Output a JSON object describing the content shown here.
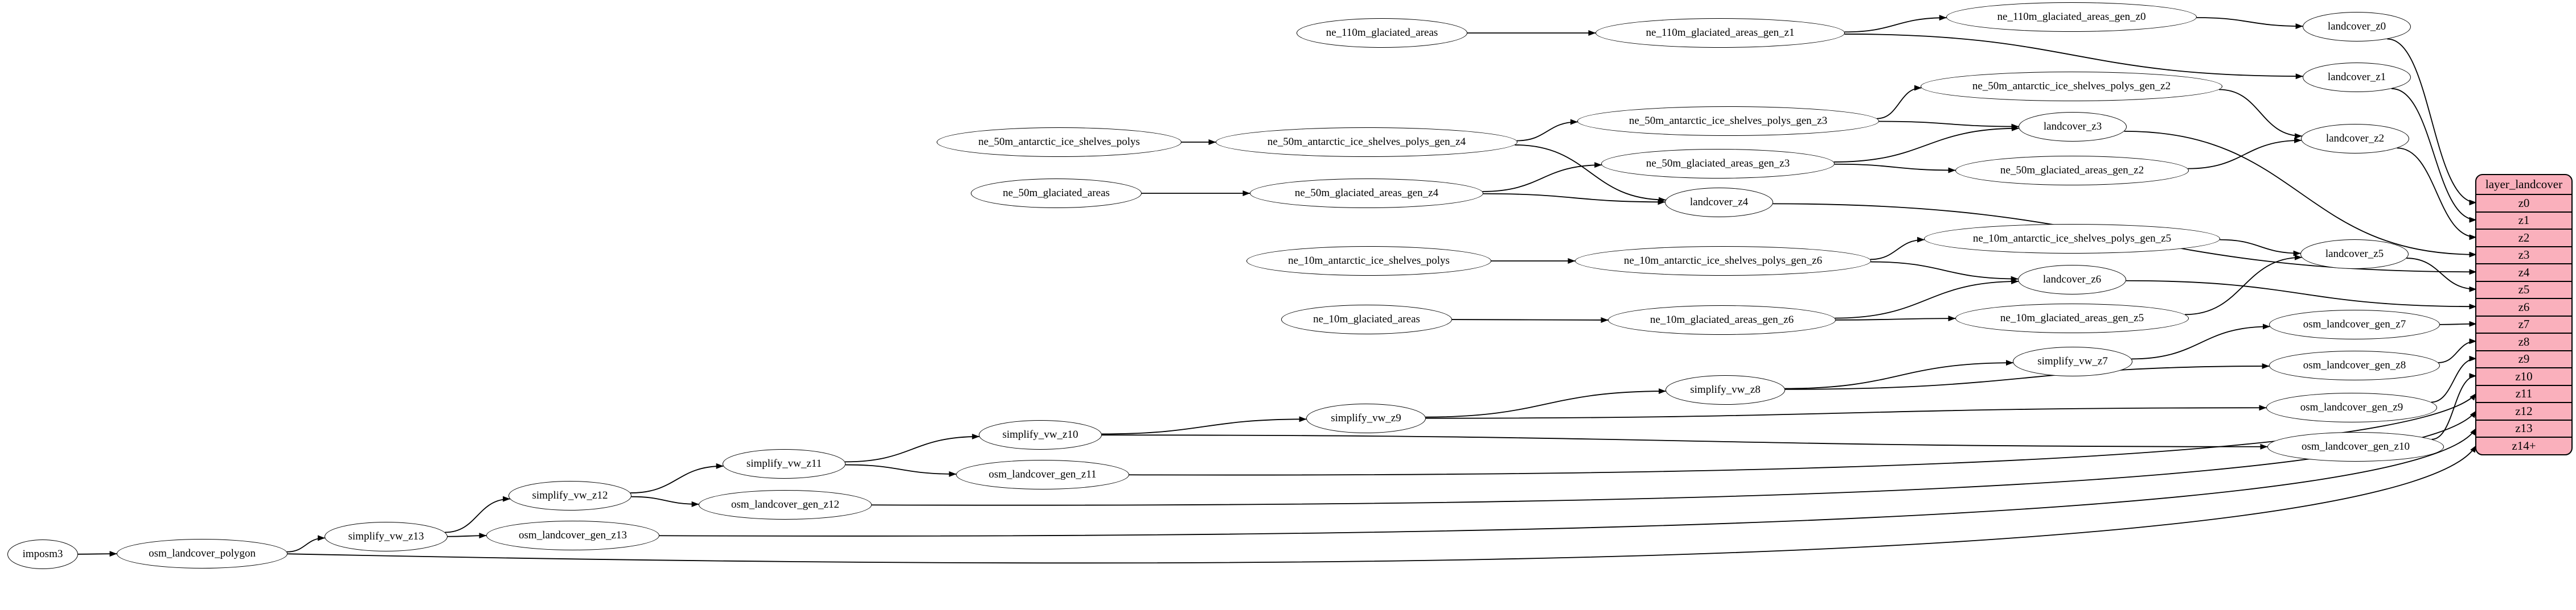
{
  "diagram": {
    "background_color": "#ffffff",
    "node_fill": "#ffffff",
    "node_stroke": "#000000",
    "edge_color": "#000000",
    "table_fill": "#fab0bc",
    "table_stroke": "#000000",
    "text_color": "#000000"
  },
  "nodes": [
    {
      "id": "imposm3",
      "label": "imposm3"
    },
    {
      "id": "osm_landcover_polygon",
      "label": "osm_landcover_polygon"
    },
    {
      "id": "simplify_vw_z13",
      "label": "simplify_vw_z13"
    },
    {
      "id": "osm_landcover_gen_z13",
      "label": "osm_landcover_gen_z13"
    },
    {
      "id": "simplify_vw_z12",
      "label": "simplify_vw_z12"
    },
    {
      "id": "osm_landcover_gen_z12",
      "label": "osm_landcover_gen_z12"
    },
    {
      "id": "simplify_vw_z11",
      "label": "simplify_vw_z11"
    },
    {
      "id": "osm_landcover_gen_z11",
      "label": "osm_landcover_gen_z11"
    },
    {
      "id": "simplify_vw_z10",
      "label": "simplify_vw_z10"
    },
    {
      "id": "osm_landcover_gen_z10",
      "label": "osm_landcover_gen_z10"
    },
    {
      "id": "simplify_vw_z9",
      "label": "simplify_vw_z9"
    },
    {
      "id": "osm_landcover_gen_z9",
      "label": "osm_landcover_gen_z9"
    },
    {
      "id": "simplify_vw_z8",
      "label": "simplify_vw_z8"
    },
    {
      "id": "osm_landcover_gen_z8",
      "label": "osm_landcover_gen_z8"
    },
    {
      "id": "simplify_vw_z7",
      "label": "simplify_vw_z7"
    },
    {
      "id": "osm_landcover_gen_z7",
      "label": "osm_landcover_gen_z7"
    },
    {
      "id": "ne_110m_glaciated_areas",
      "label": "ne_110m_glaciated_areas"
    },
    {
      "id": "ne_110m_glaciated_areas_gen_z1",
      "label": "ne_110m_glaciated_areas_gen_z1"
    },
    {
      "id": "ne_110m_glaciated_areas_gen_z0",
      "label": "ne_110m_glaciated_areas_gen_z0"
    },
    {
      "id": "landcover_z0",
      "label": "landcover_z0"
    },
    {
      "id": "landcover_z1",
      "label": "landcover_z1"
    },
    {
      "id": "ne_50m_antarctic_ice_shelves_polys",
      "label": "ne_50m_antarctic_ice_shelves_polys"
    },
    {
      "id": "ne_50m_antarctic_ice_shelves_polys_gen_z4",
      "label": "ne_50m_antarctic_ice_shelves_polys_gen_z4"
    },
    {
      "id": "ne_50m_glaciated_areas",
      "label": "ne_50m_glaciated_areas"
    },
    {
      "id": "ne_50m_glaciated_areas_gen_z4",
      "label": "ne_50m_glaciated_areas_gen_z4"
    },
    {
      "id": "ne_50m_antarctic_ice_shelves_polys_gen_z3",
      "label": "ne_50m_antarctic_ice_shelves_polys_gen_z3"
    },
    {
      "id": "ne_50m_antarctic_ice_shelves_polys_gen_z2",
      "label": "ne_50m_antarctic_ice_shelves_polys_gen_z2"
    },
    {
      "id": "ne_50m_glaciated_areas_gen_z3",
      "label": "ne_50m_glaciated_areas_gen_z3"
    },
    {
      "id": "ne_50m_glaciated_areas_gen_z2",
      "label": "ne_50m_glaciated_areas_gen_z2"
    },
    {
      "id": "landcover_z3",
      "label": "landcover_z3"
    },
    {
      "id": "landcover_z4",
      "label": "landcover_z4"
    },
    {
      "id": "landcover_z2",
      "label": "landcover_z2"
    },
    {
      "id": "ne_10m_antarctic_ice_shelves_polys",
      "label": "ne_10m_antarctic_ice_shelves_polys"
    },
    {
      "id": "ne_10m_antarctic_ice_shelves_polys_gen_z6",
      "label": "ne_10m_antarctic_ice_shelves_polys_gen_z6"
    },
    {
      "id": "ne_10m_antarctic_ice_shelves_polys_gen_z5",
      "label": "ne_10m_antarctic_ice_shelves_polys_gen_z5"
    },
    {
      "id": "ne_10m_glaciated_areas",
      "label": "ne_10m_glaciated_areas"
    },
    {
      "id": "ne_10m_glaciated_areas_gen_z6",
      "label": "ne_10m_glaciated_areas_gen_z6"
    },
    {
      "id": "ne_10m_glaciated_areas_gen_z5",
      "label": "ne_10m_glaciated_areas_gen_z5"
    },
    {
      "id": "landcover_z5",
      "label": "landcover_z5"
    },
    {
      "id": "landcover_z6",
      "label": "landcover_z6"
    }
  ],
  "table": {
    "title": "layer_landcover",
    "rows": [
      "z0",
      "z1",
      "z2",
      "z3",
      "z4",
      "z5",
      "z6",
      "z7",
      "z8",
      "z9",
      "z10",
      "z11",
      "z12",
      "z13",
      "z14+"
    ]
  },
  "edges": [
    {
      "from": "ne_110m_glaciated_areas",
      "to": "ne_110m_glaciated_areas_gen_z1"
    },
    {
      "from": "ne_110m_glaciated_areas_gen_z1",
      "to": "ne_110m_glaciated_areas_gen_z0"
    },
    {
      "from": "ne_110m_glaciated_areas_gen_z1",
      "to": "landcover_z1"
    },
    {
      "from": "ne_110m_glaciated_areas_gen_z0",
      "to": "landcover_z0"
    },
    {
      "from": "ne_50m_antarctic_ice_shelves_polys",
      "to": "ne_50m_antarctic_ice_shelves_polys_gen_z4"
    },
    {
      "from": "ne_50m_antarctic_ice_shelves_polys_gen_z4",
      "to": "ne_50m_antarctic_ice_shelves_polys_gen_z3"
    },
    {
      "from": "ne_50m_antarctic_ice_shelves_polys_gen_z4",
      "to": "landcover_z4"
    },
    {
      "from": "ne_50m_antarctic_ice_shelves_polys_gen_z3",
      "to": "ne_50m_antarctic_ice_shelves_polys_gen_z2"
    },
    {
      "from": "ne_50m_antarctic_ice_shelves_polys_gen_z3",
      "to": "landcover_z3"
    },
    {
      "from": "ne_50m_antarctic_ice_shelves_polys_gen_z2",
      "to": "landcover_z2"
    },
    {
      "from": "ne_50m_glaciated_areas",
      "to": "ne_50m_glaciated_areas_gen_z4"
    },
    {
      "from": "ne_50m_glaciated_areas_gen_z4",
      "to": "ne_50m_glaciated_areas_gen_z3"
    },
    {
      "from": "ne_50m_glaciated_areas_gen_z4",
      "to": "landcover_z4"
    },
    {
      "from": "ne_50m_glaciated_areas_gen_z3",
      "to": "ne_50m_glaciated_areas_gen_z2"
    },
    {
      "from": "ne_50m_glaciated_areas_gen_z3",
      "to": "landcover_z3"
    },
    {
      "from": "ne_50m_glaciated_areas_gen_z2",
      "to": "landcover_z2"
    },
    {
      "from": "ne_10m_antarctic_ice_shelves_polys",
      "to": "ne_10m_antarctic_ice_shelves_polys_gen_z6"
    },
    {
      "from": "ne_10m_antarctic_ice_shelves_polys_gen_z6",
      "to": "ne_10m_antarctic_ice_shelves_polys_gen_z5"
    },
    {
      "from": "ne_10m_antarctic_ice_shelves_polys_gen_z6",
      "to": "landcover_z6"
    },
    {
      "from": "ne_10m_antarctic_ice_shelves_polys_gen_z5",
      "to": "landcover_z5"
    },
    {
      "from": "ne_10m_glaciated_areas",
      "to": "ne_10m_glaciated_areas_gen_z6"
    },
    {
      "from": "ne_10m_glaciated_areas_gen_z6",
      "to": "ne_10m_glaciated_areas_gen_z5"
    },
    {
      "from": "ne_10m_glaciated_areas_gen_z6",
      "to": "landcover_z6"
    },
    {
      "from": "ne_10m_glaciated_areas_gen_z5",
      "to": "landcover_z5"
    },
    {
      "from": "landcover_z0",
      "to": "row-z0"
    },
    {
      "from": "landcover_z1",
      "to": "row-z1"
    },
    {
      "from": "landcover_z2",
      "to": "row-z2"
    },
    {
      "from": "landcover_z3",
      "to": "row-z3"
    },
    {
      "from": "landcover_z4",
      "to": "row-z4"
    },
    {
      "from": "landcover_z5",
      "to": "row-z5"
    },
    {
      "from": "landcover_z6",
      "to": "row-z6"
    },
    {
      "from": "imposm3",
      "to": "osm_landcover_polygon"
    },
    {
      "from": "osm_landcover_polygon",
      "to": "simplify_vw_z13"
    },
    {
      "from": "osm_landcover_polygon",
      "to": "row-z14plus",
      "route": "flat",
      "sag": 75
    },
    {
      "from": "simplify_vw_z13",
      "to": "simplify_vw_z12"
    },
    {
      "from": "simplify_vw_z13",
      "to": "osm_landcover_gen_z13"
    },
    {
      "from": "osm_landcover_gen_z13",
      "to": "row-z13",
      "route": "flat",
      "sag": 12
    },
    {
      "from": "simplify_vw_z12",
      "to": "simplify_vw_z11"
    },
    {
      "from": "simplify_vw_z12",
      "to": "osm_landcover_gen_z12"
    },
    {
      "from": "osm_landcover_gen_z12",
      "to": "row-z12",
      "route": "flat",
      "sag": 9
    },
    {
      "from": "simplify_vw_z11",
      "to": "simplify_vw_z10"
    },
    {
      "from": "simplify_vw_z11",
      "to": "osm_landcover_gen_z11"
    },
    {
      "from": "osm_landcover_gen_z11",
      "to": "row-z11",
      "route": "flat",
      "sag": 7
    },
    {
      "from": "simplify_vw_z10",
      "to": "simplify_vw_z9"
    },
    {
      "from": "simplify_vw_z10",
      "to": "osm_landcover_gen_z10"
    },
    {
      "from": "osm_landcover_gen_z10",
      "to": "row-z10"
    },
    {
      "from": "simplify_vw_z9",
      "to": "simplify_vw_z8"
    },
    {
      "from": "simplify_vw_z9",
      "to": "osm_landcover_gen_z9"
    },
    {
      "from": "osm_landcover_gen_z9",
      "to": "row-z9"
    },
    {
      "from": "simplify_vw_z8",
      "to": "simplify_vw_z7"
    },
    {
      "from": "simplify_vw_z8",
      "to": "osm_landcover_gen_z8"
    },
    {
      "from": "osm_landcover_gen_z8",
      "to": "row-z8"
    },
    {
      "from": "simplify_vw_z7",
      "to": "osm_landcover_gen_z7"
    },
    {
      "from": "osm_landcover_gen_z7",
      "to": "row-z7"
    }
  ]
}
